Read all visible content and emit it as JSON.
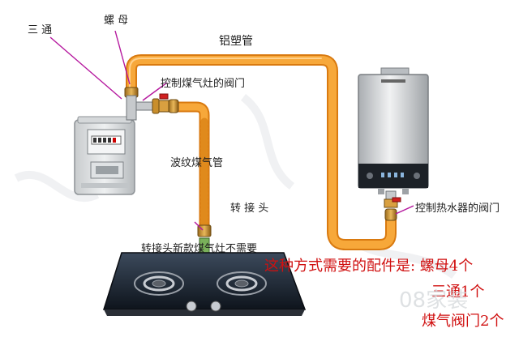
{
  "labels": {
    "tee": "三 通",
    "nut": "螺 母",
    "pipe": "铝塑管",
    "stove_valve": "控制煤气灶的阀门",
    "bellows_pipe": "波纹煤气管",
    "adapter": "转 接 头",
    "adapter_note": "转接头新款煤气灶不需要",
    "heater_valve": "控制热水器的阀门"
  },
  "parts_note": {
    "intro": "这种方式需要的配件是: 螺母4个",
    "tee_count": "三通1个",
    "valve_count": "煤气阀门2个"
  },
  "watermark": "08家装",
  "colors": {
    "pipe": "#f59a2a",
    "pipe_dark": "#d97a10",
    "leader": "#b5179e",
    "red_text": "#d01010"
  }
}
